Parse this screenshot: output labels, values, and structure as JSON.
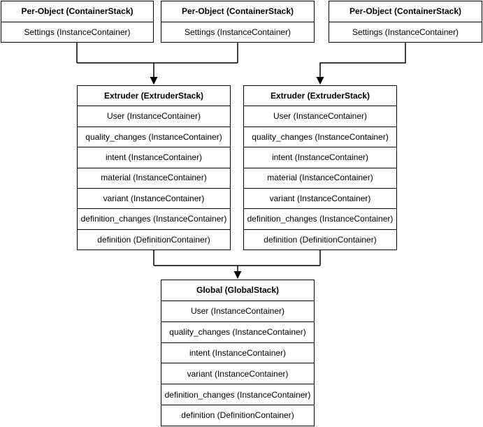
{
  "diagram": {
    "background_color": "#ffffff",
    "stroke_color": "#000000",
    "text_color": "#000000"
  },
  "boxes": {
    "per_object_1": {
      "title": "Per-Object (ContainerStack)",
      "rows": [
        "Settings (InstanceContainer)"
      ]
    },
    "per_object_2": {
      "title": "Per-Object (ContainerStack)",
      "rows": [
        "Settings (InstanceContainer)"
      ]
    },
    "per_object_3": {
      "title": "Per-Object (ContainerStack)",
      "rows": [
        "Settings (InstanceContainer)"
      ]
    },
    "extruder_1": {
      "title": "Extruder (ExtruderStack)",
      "rows": [
        "User (InstanceContainer)",
        "quality_changes (InstanceContainer)",
        "intent (InstanceContainer)",
        "material (InstanceContainer)",
        "variant (InstanceContainer)",
        "definition_changes (InstanceContainer)",
        "definition (DefinitionContainer)"
      ]
    },
    "extruder_2": {
      "title": "Extruder (ExtruderStack)",
      "rows": [
        "User (InstanceContainer)",
        "quality_changes (InstanceContainer)",
        "intent (InstanceContainer)",
        "material (InstanceContainer)",
        "variant (InstanceContainer)",
        "definition_changes (InstanceContainer)",
        "definition (DefinitionContainer)"
      ]
    },
    "global": {
      "title": "Global (GlobalStack)",
      "rows": [
        "User (InstanceContainer)",
        "quality_changes (InstanceContainer)",
        "intent (InstanceContainer)",
        "variant (InstanceContainer)",
        "definition_changes (InstanceContainer)",
        "definition (DefinitionContainer)"
      ]
    }
  },
  "connectors": [
    {
      "from": "per_object_1 + per_object_2",
      "to": "extruder_1",
      "style": "elbow-arrow-down"
    },
    {
      "from": "per_object_3",
      "to": "extruder_2",
      "style": "elbow-arrow-down"
    },
    {
      "from": "extruder_1 + extruder_2",
      "to": "global",
      "style": "elbow-arrow-down"
    }
  ]
}
